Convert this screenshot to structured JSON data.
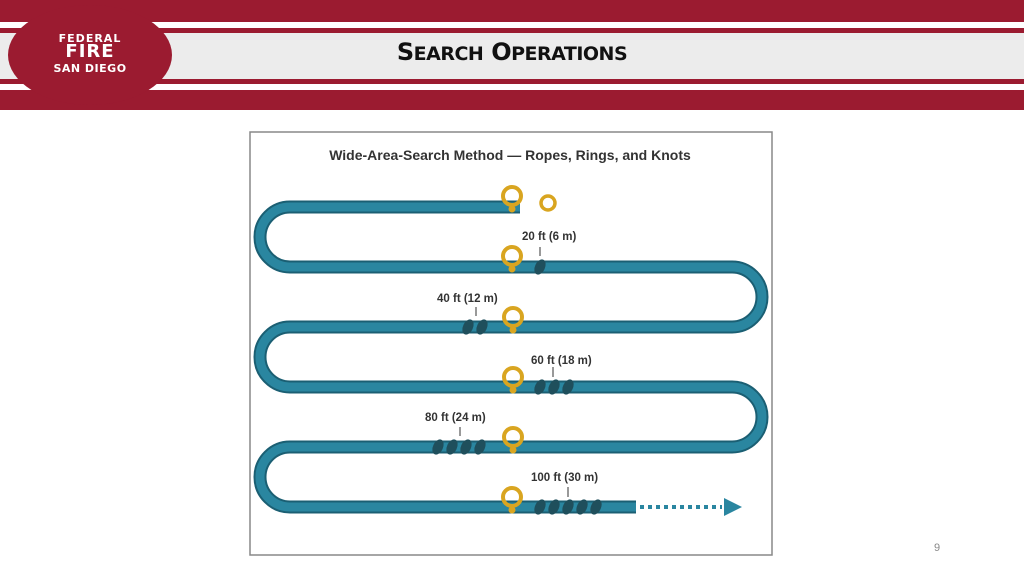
{
  "slide": {
    "title_first_initial": "S",
    "title_first_rest": "EARCH",
    "title_second_initial": "O",
    "title_second_rest": "PERATIONS",
    "page_number": "9"
  },
  "logo": {
    "line1": "FEDERAL",
    "line2": "FIRE",
    "line3": "SAN DIEGO"
  },
  "colors": {
    "brand_red": "#9b1b30",
    "rope": "#2a86a0",
    "rope_edge": "#1b5f73",
    "ring": "#d9a520",
    "knot": "#1f4f5c"
  },
  "diagram": {
    "title": "Wide-Area-Search Method — Ropes, Rings, and Knots",
    "labels": {
      "d20": "20 ft (6 m)",
      "d40": "40 ft (12 m)",
      "d60": "60 ft (18 m)",
      "d80": "80 ft (24 m)",
      "d100": "100 ft (30 m)"
    }
  }
}
